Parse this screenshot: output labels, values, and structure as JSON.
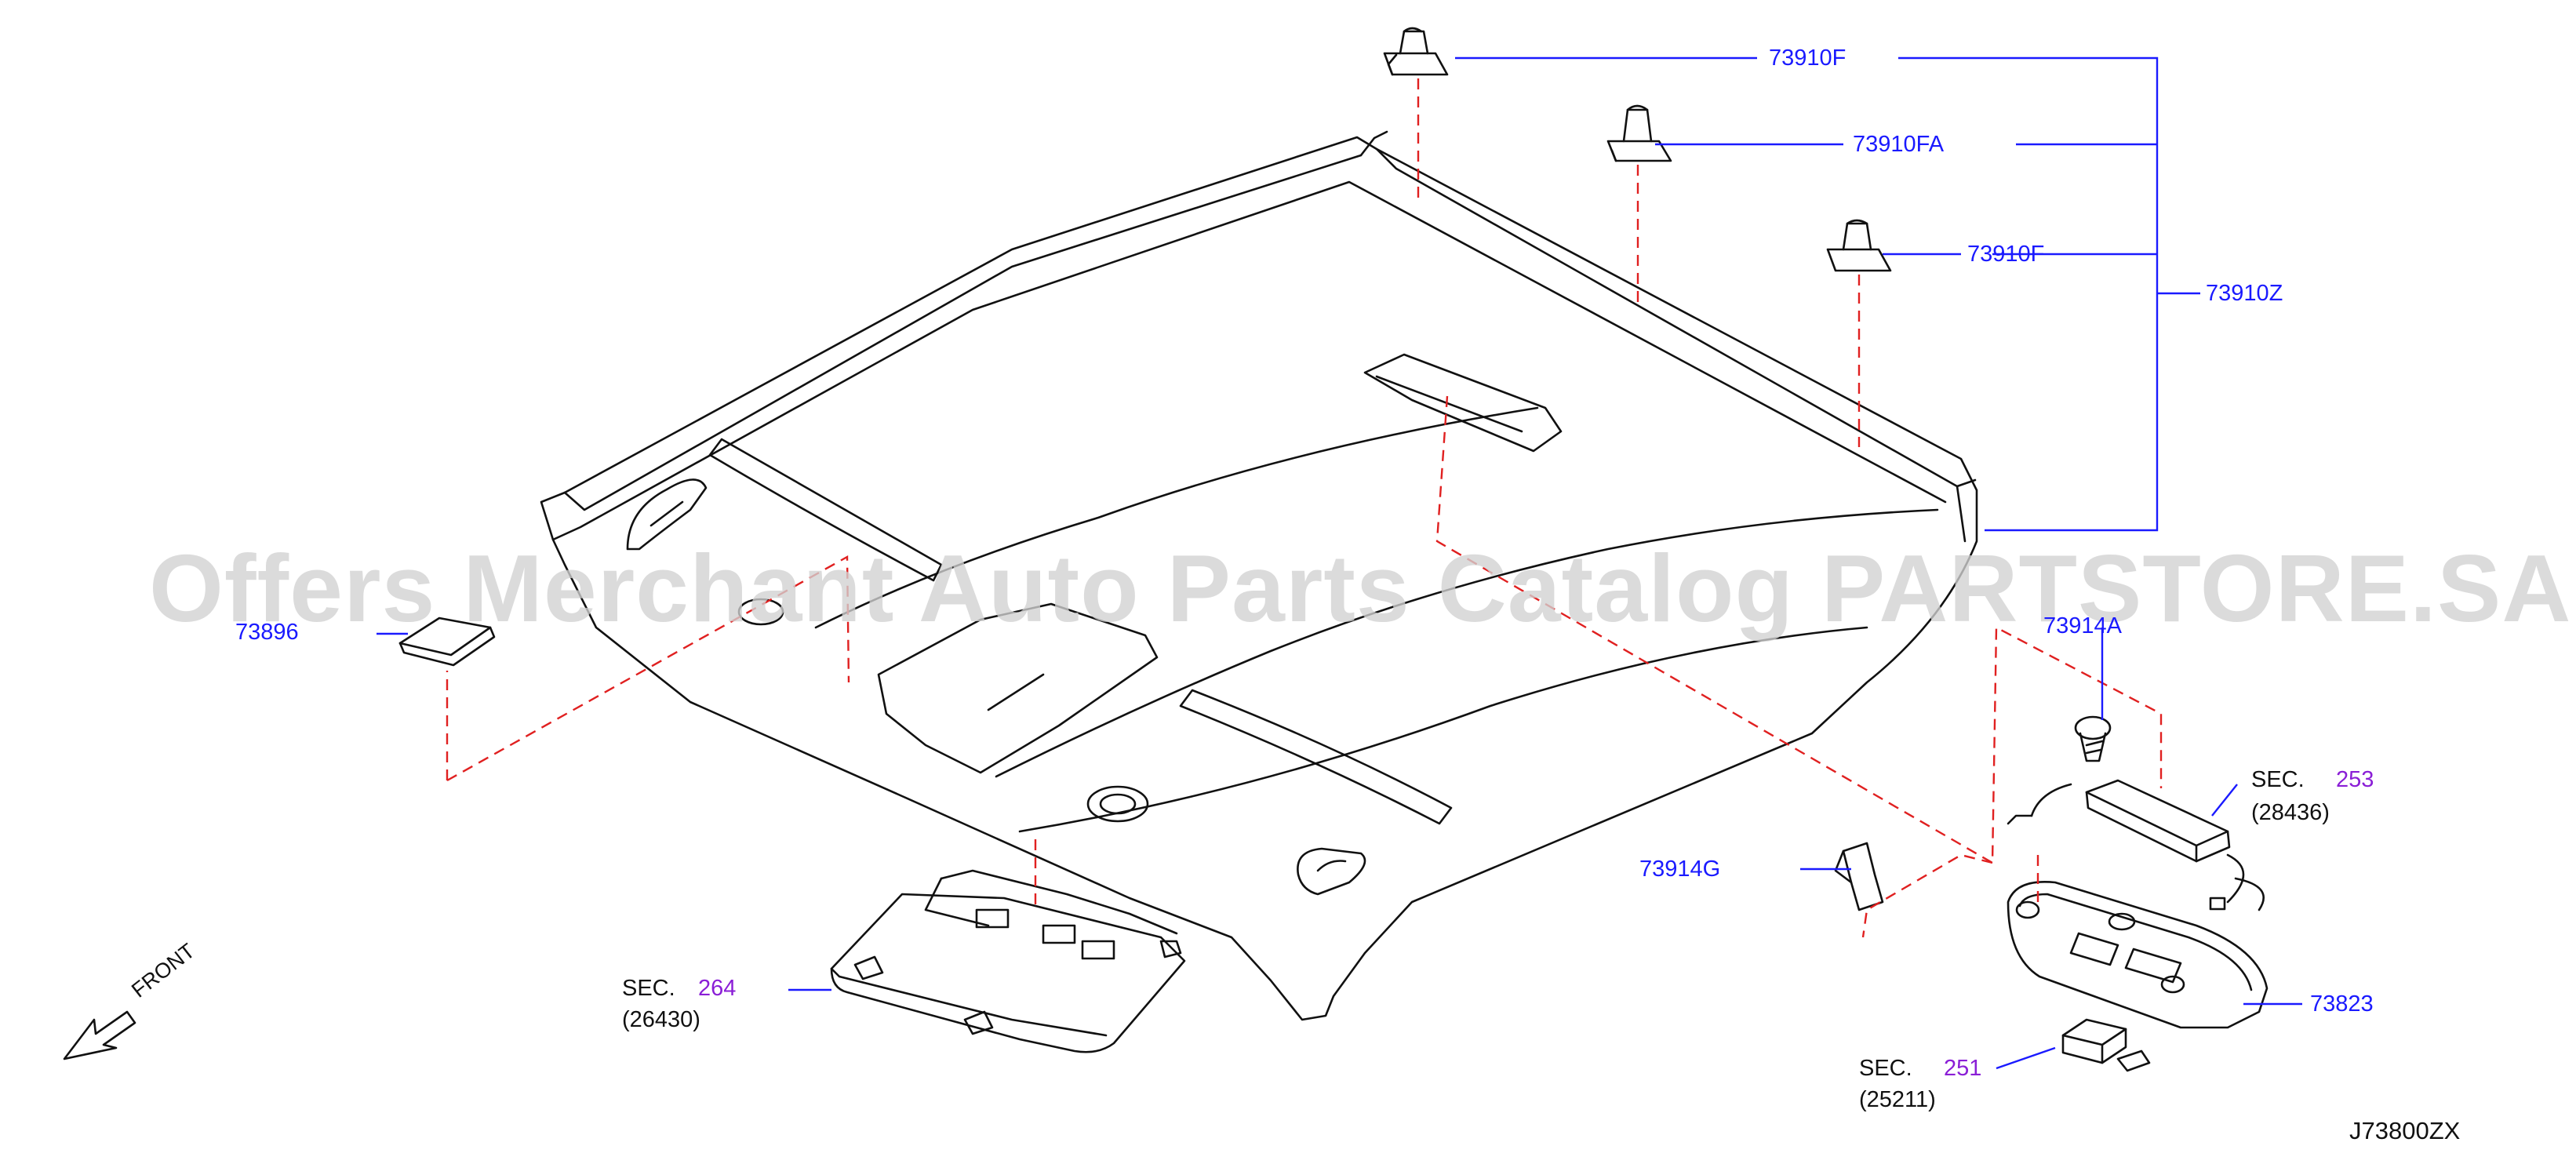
{
  "diagram_code": "J73800ZX",
  "watermark": "Offers Merchant Auto Parts Catalog PARTSTORE.SA",
  "front_label": "FRONT",
  "colors": {
    "part_number": "#1a1aff",
    "section_number": "#8a1ed6",
    "outline": "#111111",
    "guide_line": "#e02020",
    "leader_line": "#1a1aff"
  },
  "part_labels": {
    "clip_f_top": "73910F",
    "clip_fa": "73910FA",
    "clip_f_right": "73910F",
    "clip_set": "73910Z",
    "left_pad": "73896",
    "screw": "73914A",
    "bracket": "73914G",
    "console": "73823"
  },
  "section_refs": [
    {
      "prefix": "SEC.",
      "number": "253",
      "part": "(28436)"
    },
    {
      "prefix": "SEC.",
      "number": "264",
      "part": "(26430)"
    },
    {
      "prefix": "SEC.",
      "number": "251",
      "part": "(25211)"
    }
  ]
}
